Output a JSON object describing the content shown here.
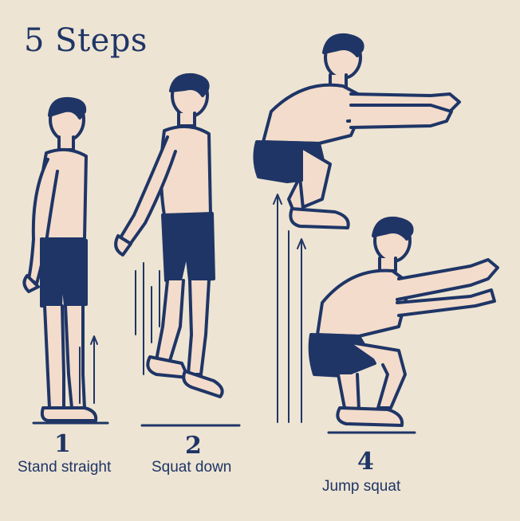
{
  "title": "5 Steps",
  "steps": [
    {
      "number": "1",
      "label": "Stand straight"
    },
    {
      "number": "2",
      "label": "Squat down"
    },
    {
      "number": "4",
      "label": "Jump squat"
    }
  ]
}
